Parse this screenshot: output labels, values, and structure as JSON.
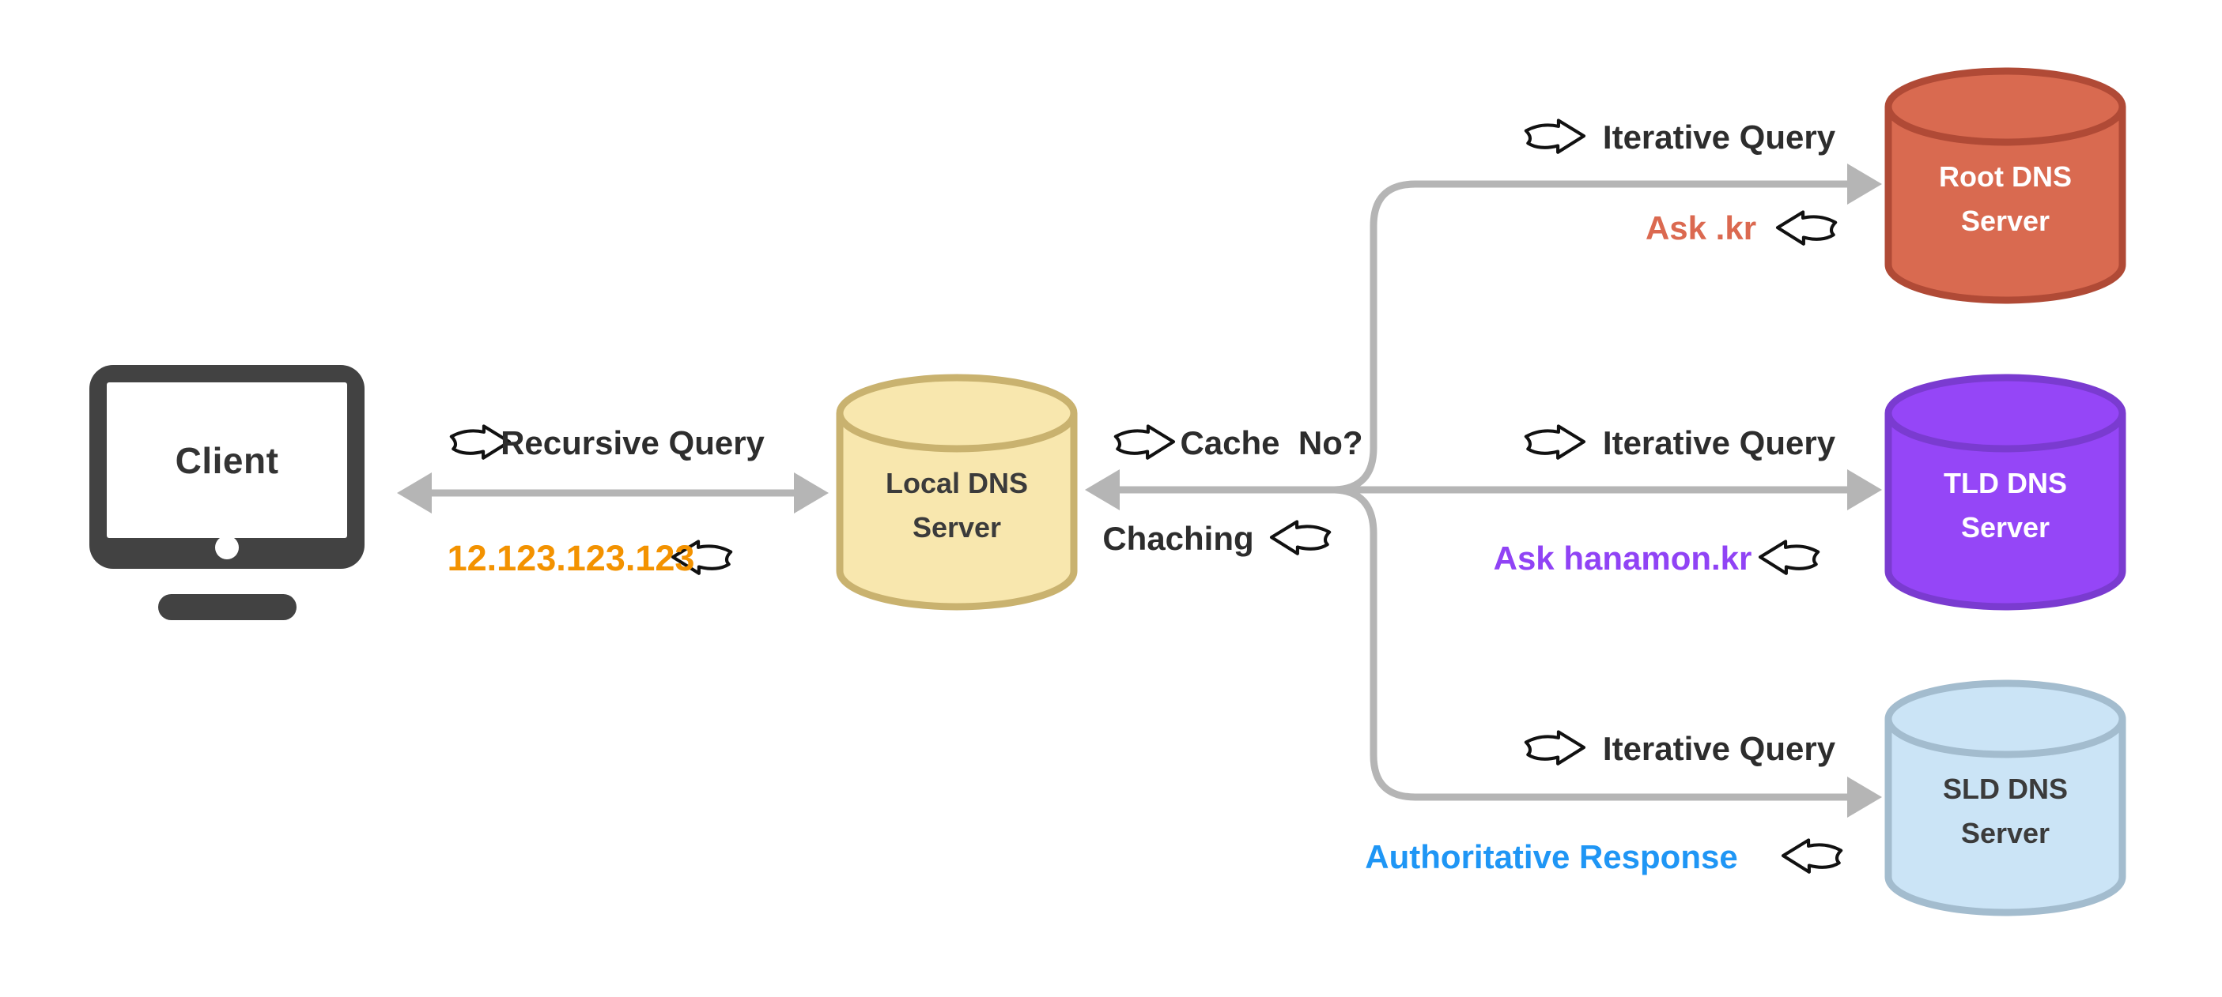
{
  "client_label": "Client",
  "nodes": {
    "local": {
      "line1": "Local DNS",
      "line2": "Server"
    },
    "root": {
      "line1": "Root DNS",
      "line2": "Server"
    },
    "tld": {
      "line1": "TLD DNS",
      "line2": "Server"
    },
    "sld": {
      "line1": "SLD DNS",
      "line2": "Server"
    }
  },
  "edges": {
    "recursive": {
      "query": "Recursive Query",
      "response": "12.123.123.123"
    },
    "cache": {
      "query": "Cache  No?",
      "response": "Chaching"
    },
    "root": {
      "query": "Iterative Query",
      "response": "Ask .kr"
    },
    "tld": {
      "query": "Iterative Query",
      "response": "Ask hanamon.kr"
    },
    "sld": {
      "query": "Iterative Query",
      "response": "Authoritative Response"
    }
  },
  "colors": {
    "connector_gray": "#b5b5b5",
    "client_dark": "#424242",
    "text_dark": "#2d2d2d",
    "local_fill": "#f8e7ae",
    "local_stroke": "#c9b26f",
    "root_fill": "#d96a50",
    "root_stroke": "#b04a36",
    "tld_fill": "#9546f7",
    "tld_stroke": "#7a3bd0",
    "sld_fill": "#cbe4f6",
    "sld_stroke": "#a3bcce",
    "ip_orange": "#f39200",
    "ask_kr_red": "#db6950",
    "ask_hanamon_purple": "#9043f5",
    "authoritative_blue": "#1f96f5"
  }
}
